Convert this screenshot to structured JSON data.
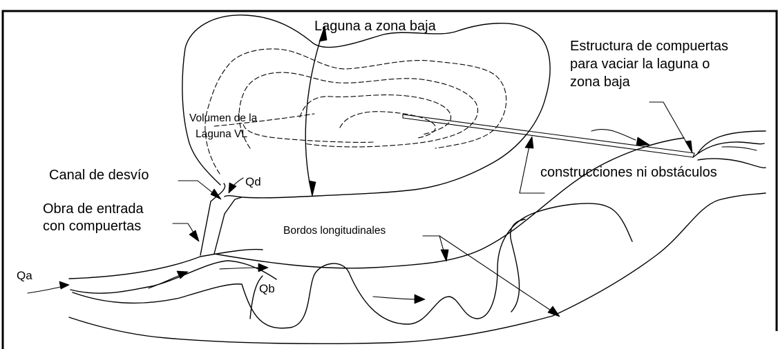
{
  "labels": {
    "laguna": "Laguna a zona baja",
    "estructura_1": "Estructura de compuertas",
    "estructura_2": "para vaciar la laguna o",
    "estructura_3": "zona baja",
    "volumen_1": "Volumen de la",
    "volumen_2": "Laguna VL",
    "construcciones": "construcciones ni obstáculos",
    "canal": "Canal de desvío",
    "qd": "Qd",
    "obra_1": "Obra de entrada",
    "obra_2": "con compuertas",
    "bordos": "Bordos longitudinales",
    "qa": "Qa",
    "qb": "Qb"
  }
}
